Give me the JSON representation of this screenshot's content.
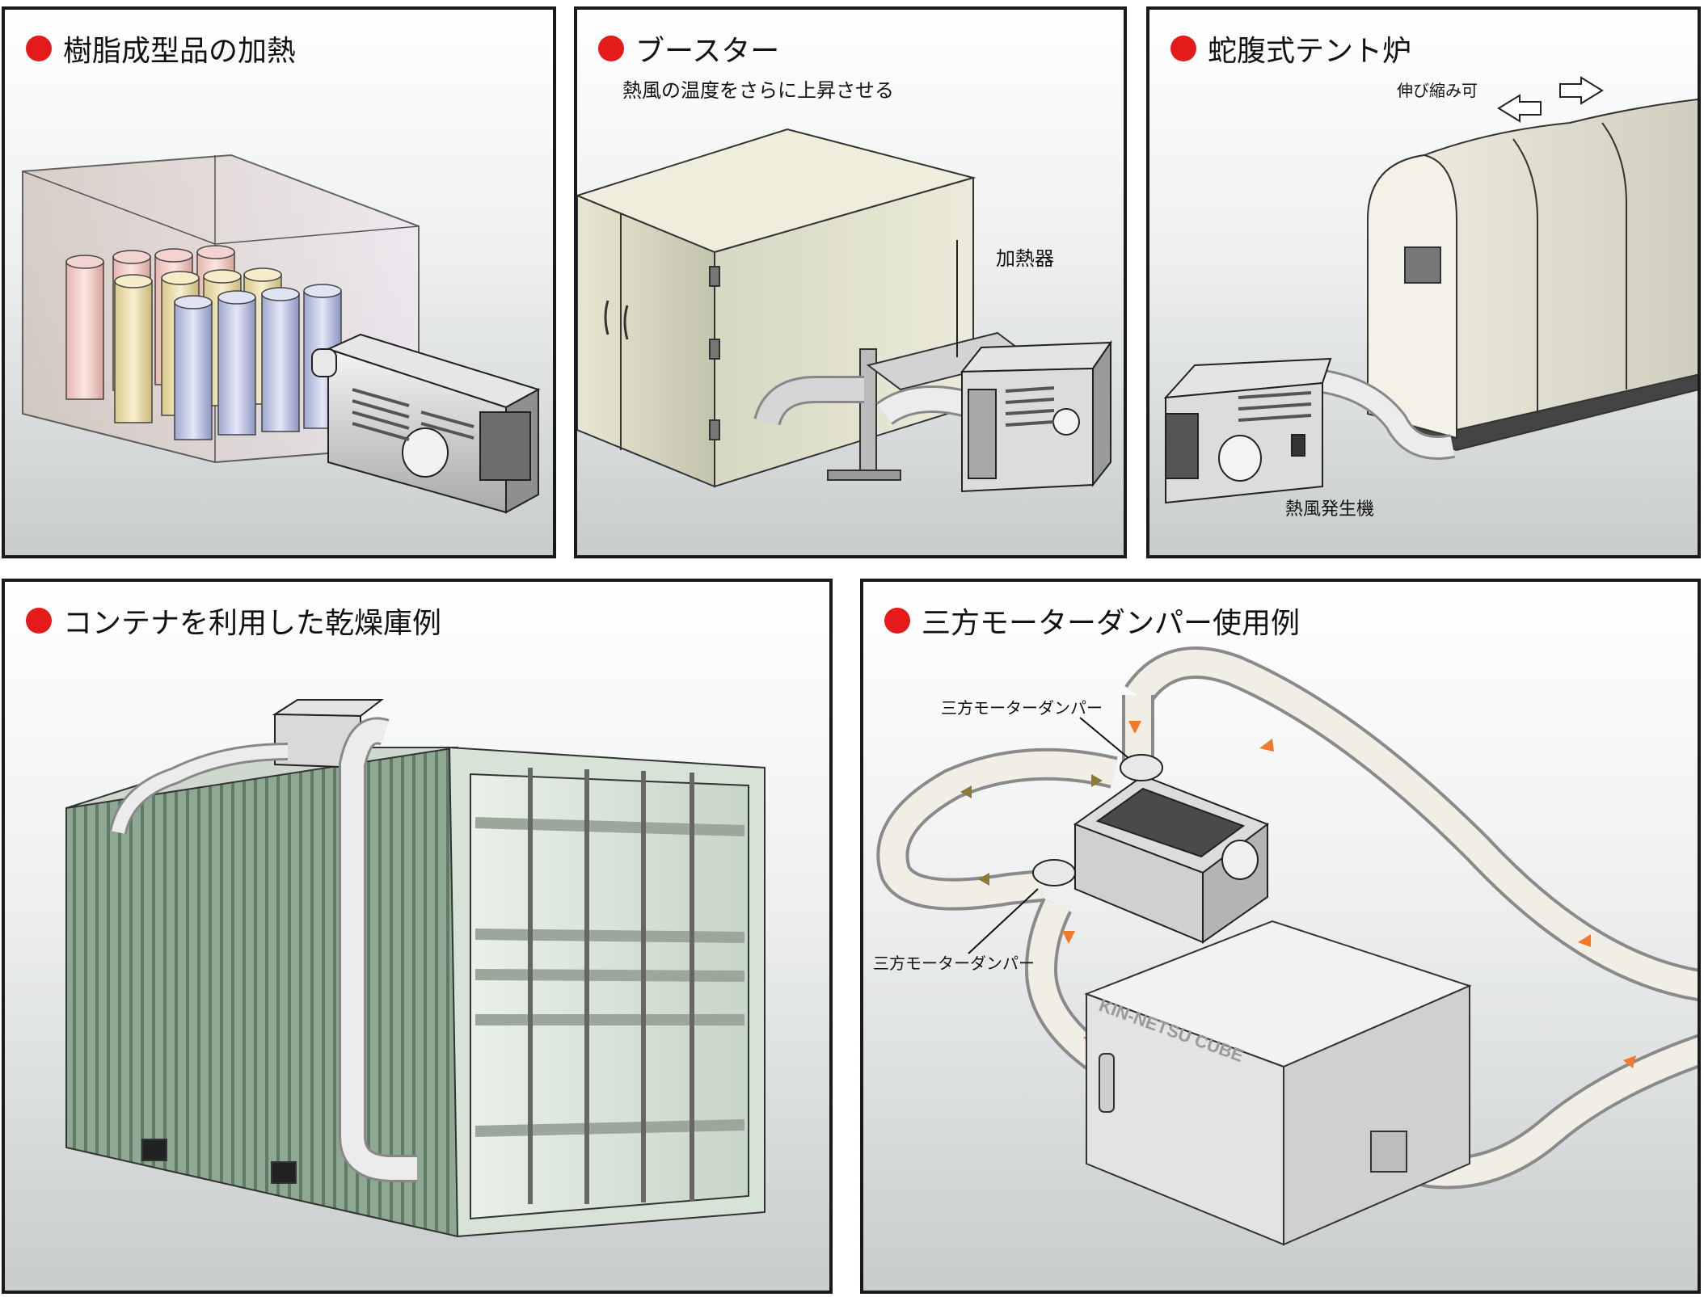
{
  "panels": {
    "resin": {
      "title": "樹脂成型品の加熱"
    },
    "booster": {
      "title": "ブースター",
      "subtitle": "熱風の温度をさらに上昇させる",
      "heater_label": "加熱器"
    },
    "tent": {
      "title": "蛇腹式テント炉",
      "stretch_label": "伸び縮み可",
      "generator_label": "熱風発生機"
    },
    "container": {
      "title": "コンテナを利用した乾燥庫例"
    },
    "damper": {
      "title": "三方モーターダンパー使用例",
      "damper_label_top": "三方モーターダンパー",
      "damper_label_bottom": "三方モーターダンパー",
      "cube_text": "KIN-NETSU CUBE"
    }
  },
  "colors": {
    "dot": "#e51b1b",
    "arrow": "#f07a2a",
    "duct_arrow": "#8a7a3a",
    "container": "#8ea892"
  }
}
